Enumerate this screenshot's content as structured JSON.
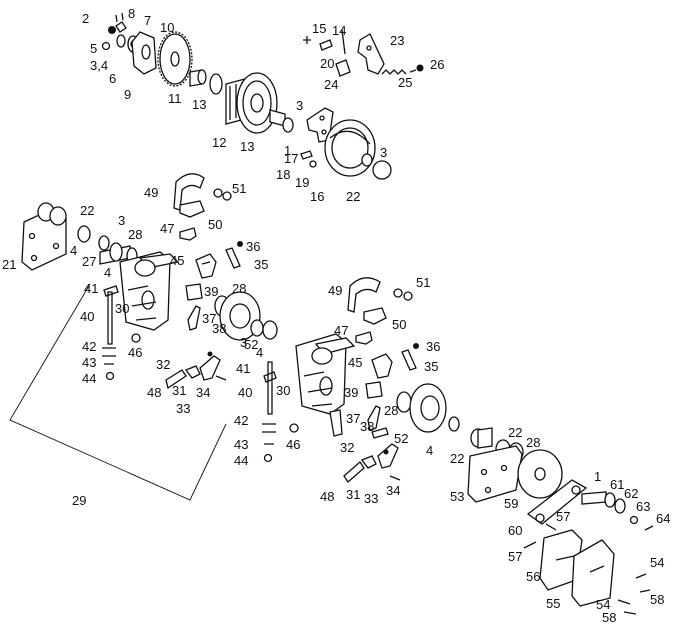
{
  "callouts": {
    "c2": "2",
    "c8": "8",
    "c7": "7",
    "c10": "10",
    "c5": "5",
    "c34a": "3,4",
    "c6": "6",
    "c9": "9",
    "c11": "11",
    "c13a": "13",
    "c12": "12",
    "c13b": "13",
    "c3a": "3",
    "c1a": "1",
    "c17": "17",
    "c18": "18",
    "c19": "19",
    "c16": "16",
    "c3b": "3",
    "c22a": "22",
    "c15": "15",
    "c14": "14",
    "c20": "20",
    "c23": "23",
    "c24": "24",
    "c25": "25",
    "c26": "26",
    "c49a": "49",
    "c51a": "51",
    "c50a": "50",
    "c47a": "47",
    "c36a": "36",
    "c35a": "35",
    "c45a": "45",
    "c22b": "22",
    "c3c": "3",
    "c28a": "28",
    "c4a": "4",
    "c27": "27",
    "c21": "21",
    "c4b": "4",
    "c41a": "41",
    "c30a": "30",
    "c39a": "39",
    "c28b": "28",
    "c40a": "40",
    "c37a": "37",
    "c38a": "38",
    "c3d": "3",
    "c4c": "4",
    "c52a": "52",
    "c42a": "42",
    "c46a": "46",
    "c43a": "43",
    "c44a": "44",
    "c32a": "32",
    "c31a": "31",
    "c48a": "48",
    "c33a": "33",
    "c34b": "34",
    "c29": "29",
    "c49b": "49",
    "c51b": "51",
    "c50b": "50",
    "c47b": "47",
    "c36b": "36",
    "c45b": "45",
    "c35b": "35",
    "c41b": "41",
    "c30b": "30",
    "c39b": "39",
    "c40b": "40",
    "c28c": "28",
    "c37b": "37",
    "c38b": "38",
    "c52b": "52",
    "c4d": "4",
    "c42b": "42",
    "c43b": "43",
    "c46b": "46",
    "c44b": "44",
    "c32b": "32",
    "c48b": "48",
    "c31b": "31",
    "c33b": "33",
    "c34c": "34",
    "c22c": "22",
    "c28d": "28",
    "c22d": "22",
    "c1b": "1",
    "c61": "61",
    "c62": "62",
    "c63": "63",
    "c64": "64",
    "c53": "53",
    "c59": "59",
    "c57a": "57",
    "c60": "60",
    "c57b": "57",
    "c56": "56",
    "c55": "55",
    "c54a": "54",
    "c58a": "58",
    "c54b": "54",
    "c58b": "58"
  }
}
